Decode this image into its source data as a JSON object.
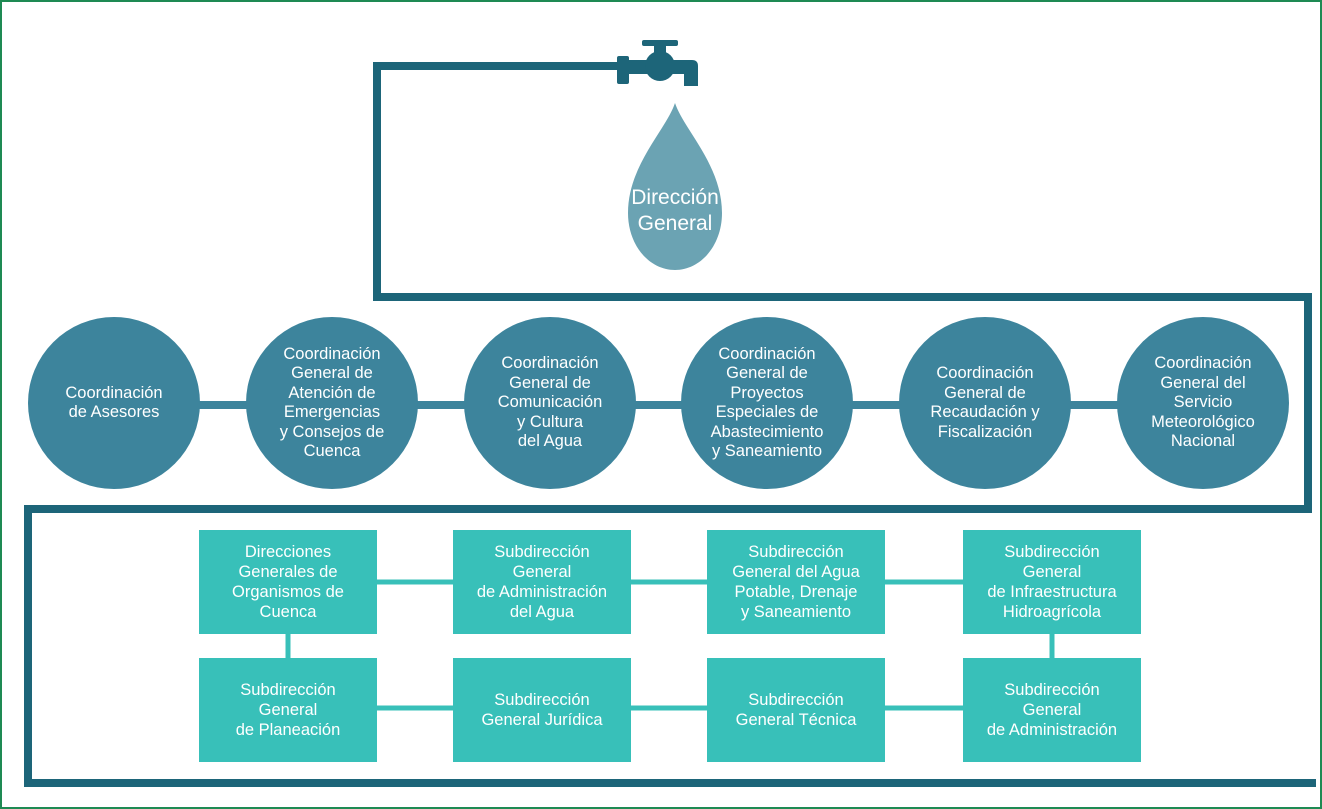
{
  "colors": {
    "pipe": "#1d6579",
    "drop": "#6ba3b3",
    "coordination": "#3d849c",
    "subdireccion": "#38c0b9",
    "frame": "#1e8a53"
  },
  "icons": {
    "tap": "water-tap-icon",
    "drop": "water-drop-icon"
  },
  "director": {
    "label": "Dirección\nGeneral"
  },
  "coordinations": [
    {
      "label": "Coordinación\nde Asesores"
    },
    {
      "label": "Coordinación\nGeneral de\nAtención de\nEmergencias\ny Consejos de\nCuenca"
    },
    {
      "label": "Coordinación\nGeneral de\nComunicación\ny Cultura\ndel Agua"
    },
    {
      "label": "Coordinación\nGeneral de\nProyectos\nEspeciales de\nAbastecimiento\ny Saneamiento"
    },
    {
      "label": "Coordinación\nGeneral de\nRecaudación y\nFiscalización"
    },
    {
      "label": "Coordinación\nGeneral del\nServicio\nMeteorológico\nNacional"
    }
  ],
  "units_row1": [
    {
      "label": "Direcciones\nGenerales de\nOrganismos de\nCuenca"
    },
    {
      "label": "Subdirección\nGeneral\nde Administración\ndel Agua"
    },
    {
      "label": "Subdirección\nGeneral del Agua\nPotable, Drenaje\ny Saneamiento"
    },
    {
      "label": "Subdirección\nGeneral\nde Infraestructura\nHidroagrícola"
    }
  ],
  "units_row2": [
    {
      "label": "Subdirección\nGeneral\nde Planeación"
    },
    {
      "label": "Subdirección\nGeneral Jurídica"
    },
    {
      "label": "Subdirección\nGeneral Técnica"
    },
    {
      "label": "Subdirección\nGeneral\nde Administración"
    }
  ]
}
